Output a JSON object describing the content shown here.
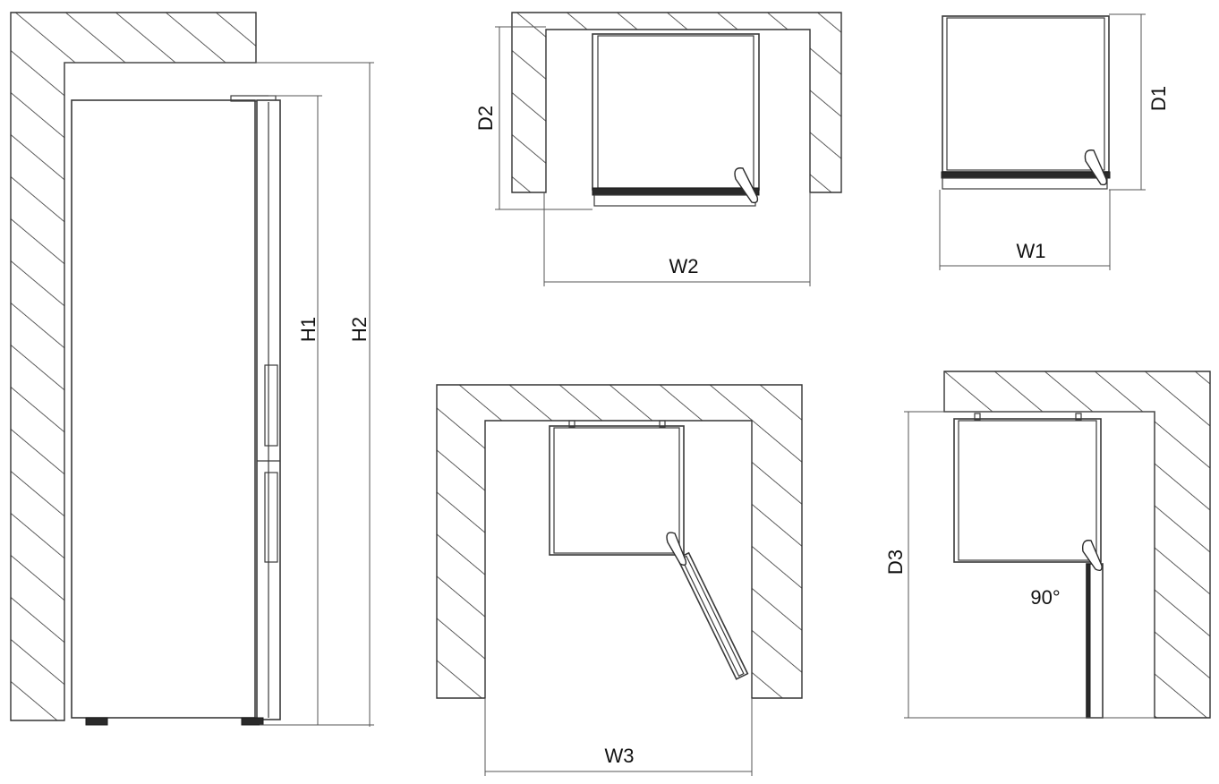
{
  "labels": {
    "h1": "H1",
    "h2": "H2",
    "d1": "D1",
    "d2": "D2",
    "d3": "D3",
    "w1": "W1",
    "w2": "W2",
    "w3": "W3",
    "angle": "90°"
  },
  "colors": {
    "line": "#3a3a3a",
    "hatch": "#333333",
    "background": "#ffffff"
  }
}
